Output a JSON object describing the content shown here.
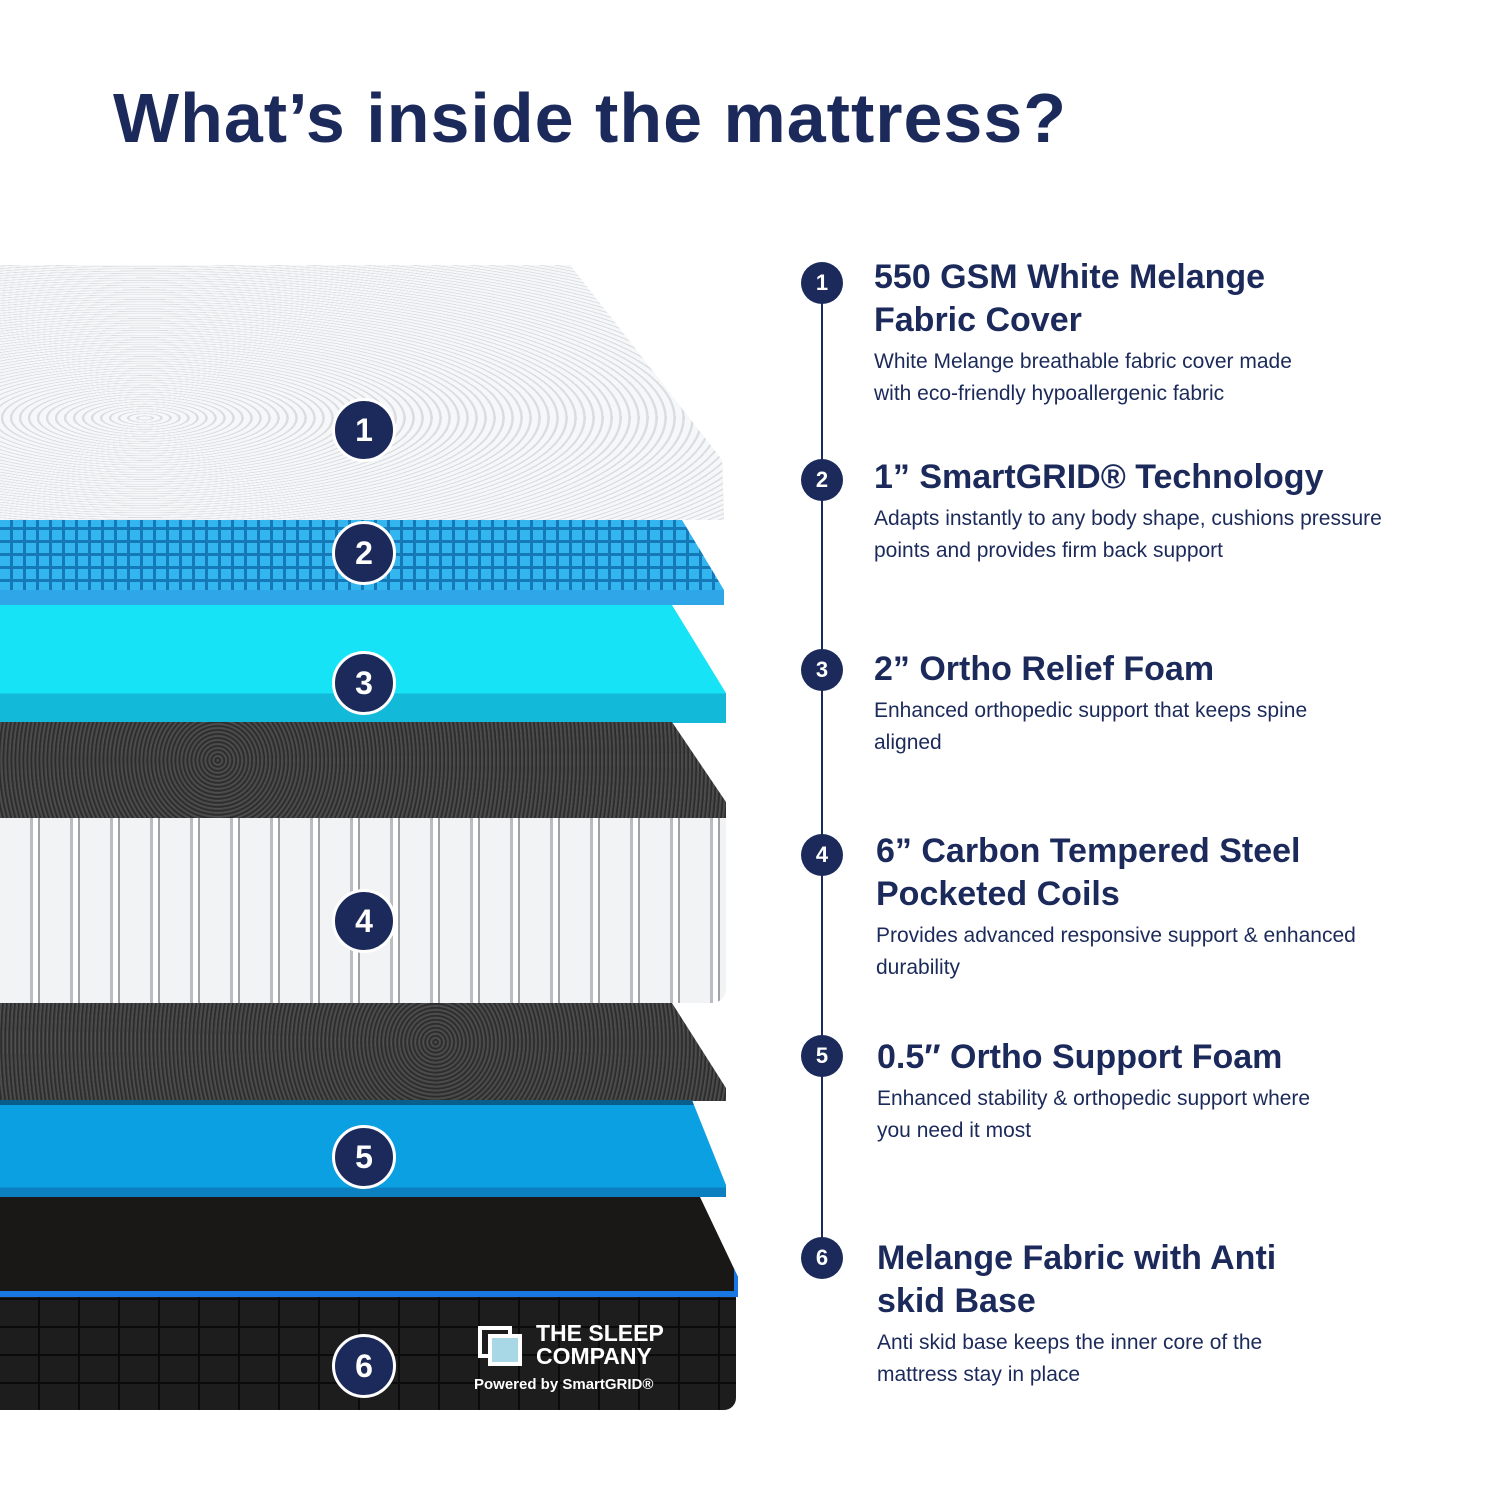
{
  "title": "What’s inside the mattress?",
  "logo": {
    "name_line1": "THE SLEEP",
    "name_line2": "COMPANY",
    "powered": "Powered by SmartGRID®"
  },
  "layers": [
    {
      "number": "1",
      "title": "550 GSM White Melange Fabric Cover",
      "description": "White Melange breathable fabric cover made with eco-friendly hypoallergenic fabric"
    },
    {
      "number": "2",
      "title": "1” SmartGRID® Technology",
      "description": "Adapts instantly to any body shape, cushions pressure points and provides firm back support"
    },
    {
      "number": "3",
      "title": "2” Ortho Relief Foam",
      "description": "Enhanced orthopedic support that keeps spine aligned"
    },
    {
      "number": "4",
      "title": "6” Carbon Tempered Steel Pocketed Coils",
      "description": "Provides advanced responsive support & enhanced durability"
    },
    {
      "number": "5",
      "title": "0.5″ Ortho Support Foam",
      "description": "Enhanced stability & orthopedic support where you need it most"
    },
    {
      "number": "6",
      "title": "Melange Fabric with Anti skid Base",
      "description": "Anti skid base keeps the inner core of the mattress stay in place"
    }
  ],
  "colors": {
    "navy": "#1b2a5a",
    "grid_blue": "#2fa6e8",
    "cyan": "#17e3f7",
    "foam_blue": "#0aa0e2",
    "base_trim": "#1877e0"
  }
}
